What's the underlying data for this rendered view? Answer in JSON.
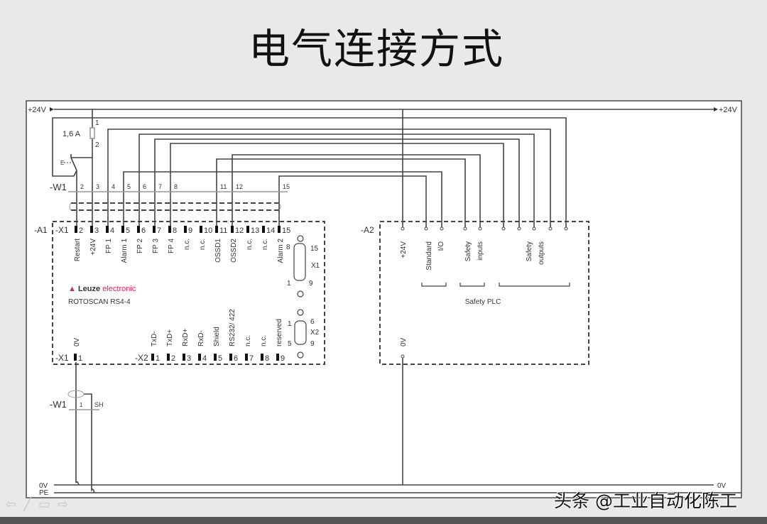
{
  "title": "电气连接方式",
  "watermark": "头条 @工业自动化陈工",
  "nav_icons": [
    "prev-arrow-icon",
    "pen-icon",
    "slides-icon",
    "next-arrow-icon"
  ],
  "rails": {
    "plus24_left": "+24V",
    "plus24_right": "+24V",
    "zero_left": "0V",
    "pe_left": "PE",
    "zero_right": "0V"
  },
  "fuse": {
    "rating": "1,6 A",
    "pin1": "1",
    "pin2": "2",
    "switch_label": "E"
  },
  "cable": {
    "label": "-W1",
    "cores": [
      "2",
      "3",
      "4",
      "5",
      "6",
      "7",
      "8",
      "11",
      "12",
      "15"
    ]
  },
  "cable2": {
    "label": "-W1",
    "core": "1",
    "shield": "SH"
  },
  "a1": {
    "label": "-A1",
    "x1_label": "-X1",
    "x1_pins": [
      "2",
      "3",
      "4",
      "5",
      "6",
      "7",
      "8",
      "9",
      "10",
      "11",
      "12",
      "13",
      "14",
      "15"
    ],
    "x1_signals": [
      "Restart",
      "+24V",
      "FP 1",
      "Alarm 1",
      "FP 2",
      "FP 3",
      "FP 4",
      "n.c.",
      "n.c.",
      "OSSD1",
      "OSSD2",
      "n.c.",
      "n.c.",
      "Alarm 2"
    ],
    "brand": "Leuze",
    "brand2": "electronic",
    "model": "ROTOSCAN RS4-4",
    "sub_d15": {
      "label": "X1",
      "p8": "8",
      "p15": "15",
      "p1": "1",
      "p9": "9"
    },
    "sub_d9": {
      "label": "X2",
      "p1": "1",
      "p6": "6",
      "p5": "5",
      "p9": "9"
    },
    "x1b_label": "-X1",
    "x1b_pin": "1",
    "x1b_signal": "0V",
    "x2_label": "-X2",
    "x2_pins": [
      "1",
      "2",
      "3",
      "4",
      "5",
      "6",
      "7",
      "8",
      "9"
    ],
    "x2_signals": [
      "TxD-",
      "TxD+",
      "RxD+",
      "RxD-",
      "Shield",
      "RS232/ 422",
      "n.c.",
      "n.c.",
      "reserved"
    ],
    "brand_color": "#e0245e"
  },
  "a2": {
    "label": "-A2",
    "plus24": "+24V",
    "standard": "Standard",
    "io": "I/O",
    "safety1": "Safety",
    "inputs": "inputs",
    "safety2": "Safety",
    "outputs": "outputs",
    "name": "Safety PLC",
    "zero": "0V"
  }
}
